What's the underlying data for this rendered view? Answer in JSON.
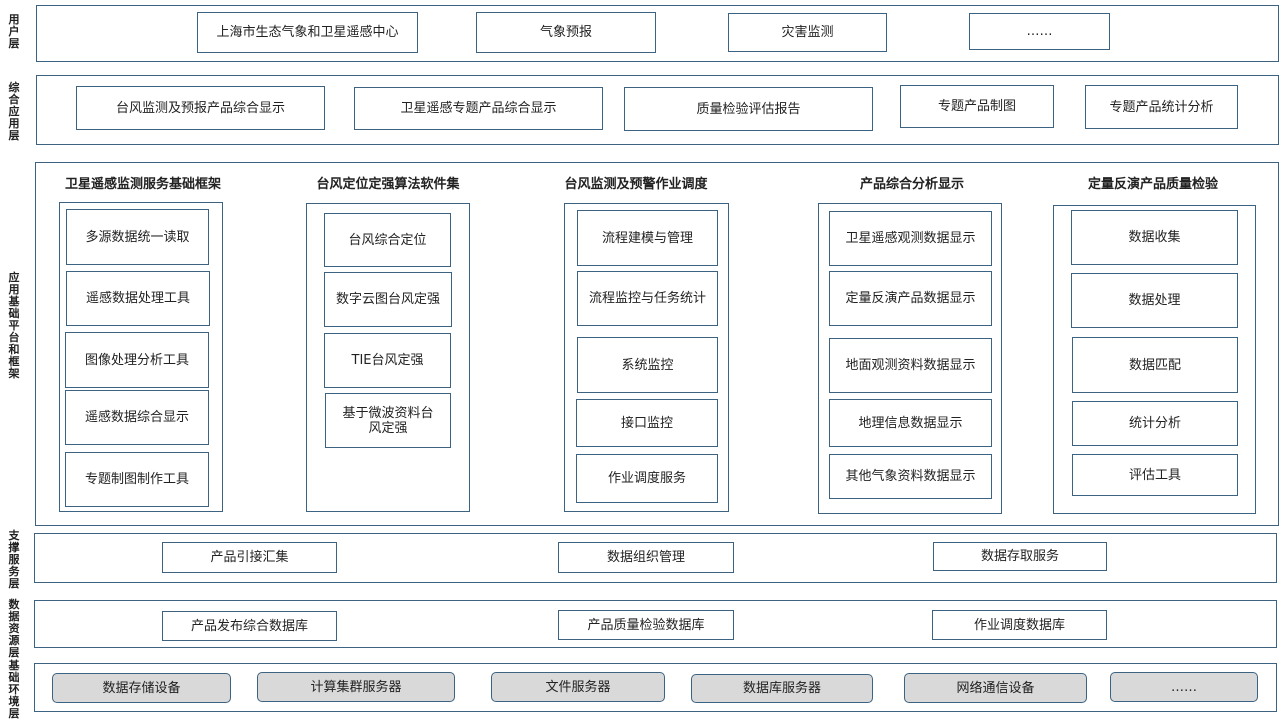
{
  "layers": {
    "user": {
      "label": "用户层",
      "items": [
        "上海市生态气象和卫星遥感中心",
        "气象预报",
        "灾害监测",
        "……"
      ]
    },
    "integrated_app": {
      "label": "综合应用层",
      "items": [
        "台风监测及预报产品综合显示",
        "卫星遥感专题产品综合显示",
        "质量检验评估报告",
        "专题产品制图",
        "专题产品统计分析"
      ]
    },
    "platform": {
      "label": "应用基础平台和框架",
      "columns": [
        {
          "title": "卫星遥感监测服务基础框架",
          "items": [
            "多源数据统一读取",
            "遥感数据处理工具",
            "图像处理分析工具",
            "遥感数据综合显示",
            "专题制图制作工具"
          ]
        },
        {
          "title": "台风定位定强算法软件集",
          "items": [
            "台风综合定位",
            "数字云图台风定强",
            "TIE台风定强",
            "基于微波资料台风定强"
          ]
        },
        {
          "title": "台风监测及预警作业调度",
          "items": [
            "流程建模与管理",
            "流程监控与任务统计",
            "系统监控",
            "接口监控",
            "作业调度服务"
          ]
        },
        {
          "title": "产品综合分析显示",
          "items": [
            "卫星遥感观测数据显示",
            "定量反演产品数据显示",
            "地面观测资料数据显示",
            "地理信息数据显示",
            "其他气象资料数据显示"
          ]
        },
        {
          "title": "定量反演产品质量检验",
          "items": [
            "数据收集",
            "数据处理",
            "数据匹配",
            "统计分析",
            "评估工具"
          ]
        }
      ]
    },
    "support": {
      "label": "支撑服务层",
      "items": [
        "产品引接汇集",
        "数据组织管理",
        "数据存取服务"
      ]
    },
    "data": {
      "label": "数据资源层",
      "items": [
        "产品发布综合数据库",
        "产品质量检验数据库",
        "作业调度数据库"
      ]
    },
    "infra": {
      "label": "基础环境层",
      "items": [
        "数据存储设备",
        "计算集群服务器",
        "文件服务器",
        "数据库服务器",
        "网络通信设备",
        "……"
      ]
    }
  }
}
